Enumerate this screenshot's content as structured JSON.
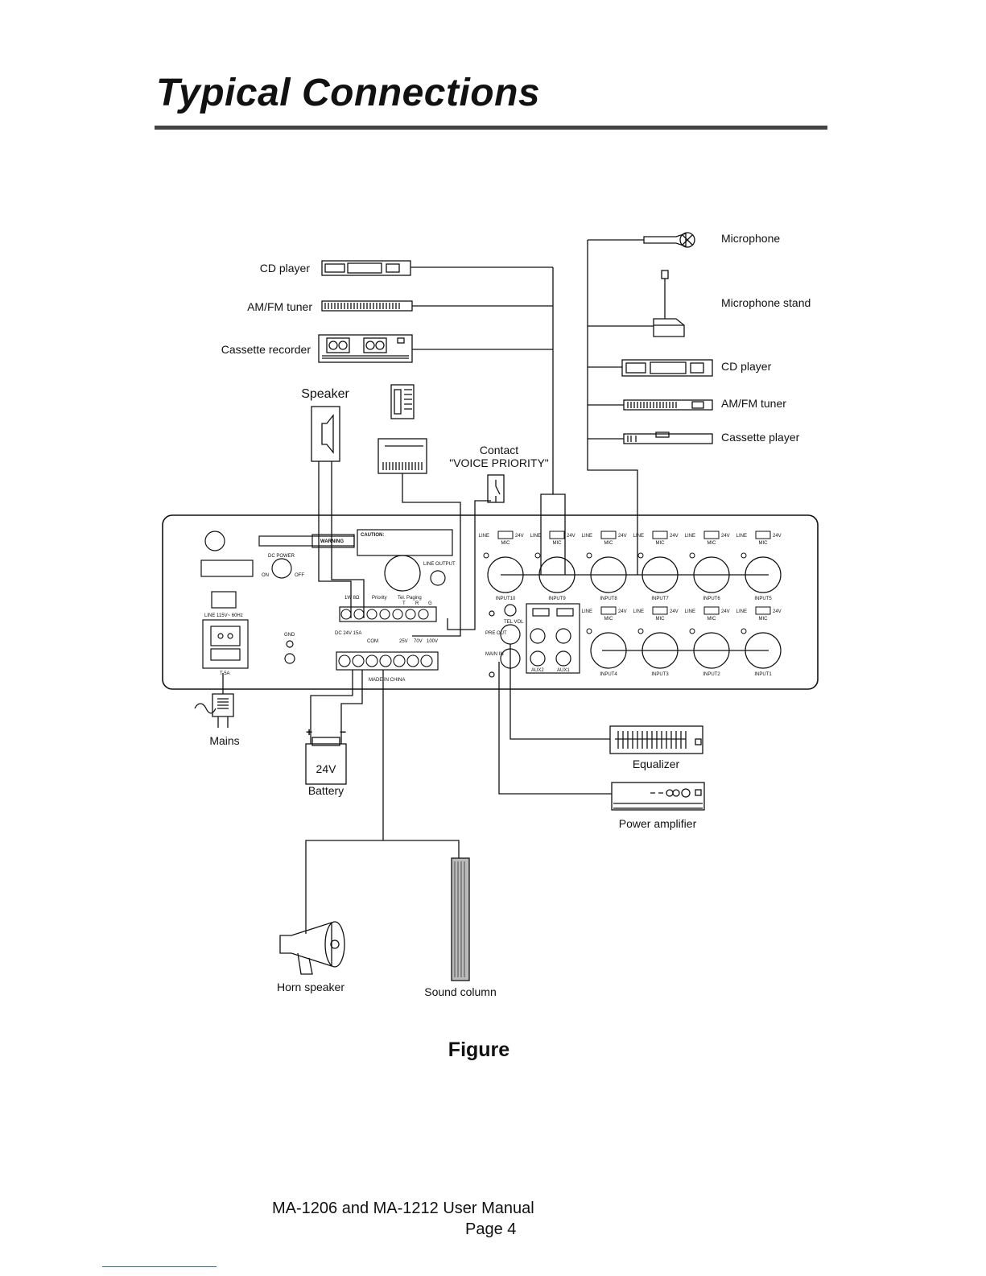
{
  "heading": "Typical Connections",
  "diagram": {
    "left_devices": {
      "cd_player": "CD player",
      "am_fm_tuner": "AM/FM tuner",
      "cassette_recorder": "Cassette recorder",
      "speaker": "Speaker",
      "contact_line1": "Contact",
      "contact_line2": "\"VOICE PRIORITY\""
    },
    "right_devices": {
      "microphone": "Microphone",
      "microphone_stand": "Microphone stand",
      "cd_player": "CD player",
      "am_fm_tuner": "AM/FM tuner",
      "cassette_player": "Cassette player"
    },
    "outputs": {
      "mains": "Mains",
      "battery": "Battery",
      "battery_voltage": "24V",
      "equalizer": "Equalizer",
      "power_amplifier": "Power amplifier",
      "horn_speaker": "Horn speaker",
      "sound_column": "Sound column"
    },
    "panel": {
      "dc_power": "DC POWER",
      "on": "ON",
      "off": "OFF",
      "line_voltage": "LINE 115V~ 60Hz",
      "fuse": "T 5A",
      "gnd": "GND",
      "warning": "WARNING",
      "caution": "CAUTION:",
      "line_output": "LINE OUTPUT",
      "priority": "Priority",
      "tel_paging": "Tel. Paging",
      "t": "T",
      "r": "R",
      "g": "G",
      "impedance": "1W 8Ω",
      "dc_24v": "DC 24V 15A",
      "com": "COM",
      "v25": "25V",
      "v70": "70V",
      "v100": "100V",
      "made_in": "MADE IN CHINA",
      "tel_vol": "TEL VOL",
      "pre_out": "PRE OUT",
      "main_in": "MAIN IN",
      "aux1": "AUX1",
      "aux2": "AUX2",
      "line": "LINE",
      "mic": "MIC",
      "v24": "24V",
      "inputs_top": [
        "INPUT10",
        "INPUT9",
        "INPUT8",
        "INPUT7",
        "INPUT6",
        "INPUT5"
      ],
      "inputs_bottom": [
        "INPUT4",
        "INPUT3",
        "INPUT2",
        "INPUT1"
      ]
    }
  },
  "caption": "Figure",
  "footer": {
    "manual": "MA-1206 and MA-1212 User Manual",
    "page": "Page 4"
  }
}
